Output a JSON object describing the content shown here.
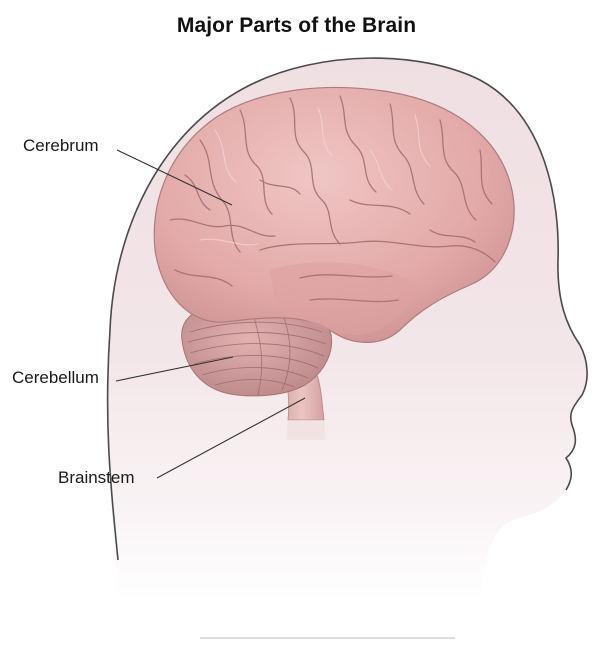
{
  "title": "Major Parts of the Brain",
  "labels": {
    "cerebrum": "Cerebrum",
    "cerebellum": "Cerebellum",
    "brainstem": "Brainstem"
  },
  "colors": {
    "head_fill": "#f4e8ea",
    "head_outline": "#4a4a4a",
    "brain_fill": "#e7b3b2",
    "brain_shadow": "#c88b8c",
    "cerebellum_fill": "#d9a3a3",
    "brainstem_fill": "#dfb0ae",
    "leader_line": "#333333"
  }
}
